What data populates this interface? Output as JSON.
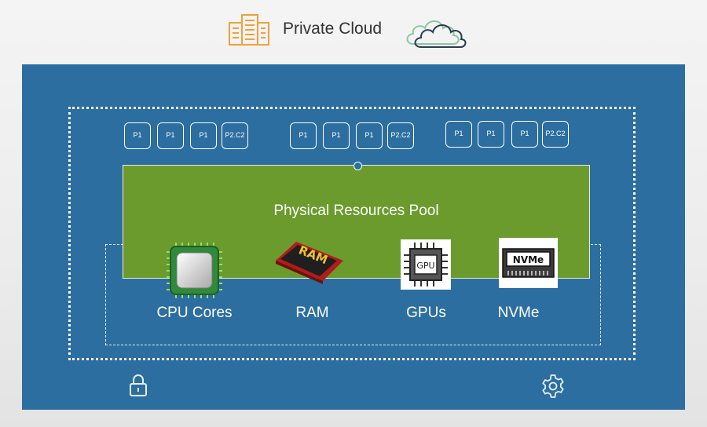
{
  "header": {
    "title": "Private Cloud",
    "left_icon": "office-building-icon",
    "right_icon": "cloud-icon"
  },
  "colors": {
    "panel": "#2c6ea0",
    "pool": "#6a9b2c",
    "building": "#f0a13a",
    "cloud_green": "#8bc8a0",
    "cloud_dark": "#2b3d4d"
  },
  "vm_groups": [
    [
      "P1",
      "P1",
      "P1",
      "P2.C2"
    ],
    [
      "P1",
      "P1",
      "P1",
      "P2.C2"
    ],
    [
      "P1",
      "P1",
      "P1",
      "P2.C2"
    ]
  ],
  "pool": {
    "label": "Physical Resources Pool"
  },
  "resources": [
    {
      "label": "CPU Cores",
      "icon": "cpu-chip-icon"
    },
    {
      "label": "RAM",
      "icon": "ram-module-icon",
      "text": "RAM"
    },
    {
      "label": "GPUs",
      "icon": "gpu-chip-icon",
      "text": "GPU"
    },
    {
      "label": "NVMe",
      "icon": "nvme-drive-icon",
      "text": "NVMe"
    }
  ],
  "footer_icons": [
    "lock-icon",
    "gear-icon"
  ]
}
